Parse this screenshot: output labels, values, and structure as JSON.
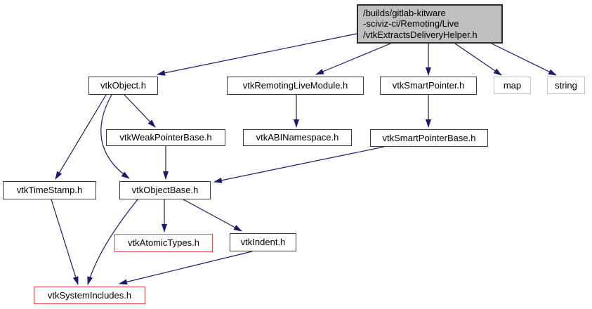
{
  "graph": {
    "title": "Include dependency graph for vtkExtractsDeliveryHelper.h",
    "colors": {
      "edge": "#191970",
      "current_node_fill": "#bfbfbf",
      "linked_node_border": "#3a3a3a",
      "unresolved_node_border": "#e84c4c",
      "stdlib_node_border": "#c4c4c4",
      "background": "#ffffff"
    },
    "nodes": [
      {
        "id": "main",
        "type": "current",
        "label": "/builds/gitlab-kitware -sciviz-ci/Remoting/Live /vtkExtractsDeliveryHelper.h",
        "lines": [
          "/builds/gitlab-kitware",
          "-sciviz-ci/Remoting/Live",
          "/vtkExtractsDeliveryHelper.h"
        ]
      },
      {
        "id": "vtkObject",
        "type": "linked",
        "label": "vtkObject.h"
      },
      {
        "id": "vtkRemotingLiveModule",
        "type": "linked",
        "label": "vtkRemotingLiveModule.h"
      },
      {
        "id": "vtkSmartPointer",
        "type": "linked",
        "label": "vtkSmartPointer.h"
      },
      {
        "id": "map",
        "type": "stdlib",
        "label": "map"
      },
      {
        "id": "string",
        "type": "stdlib",
        "label": "string"
      },
      {
        "id": "vtkWeakPointerBase",
        "type": "linked",
        "label": "vtkWeakPointerBase.h"
      },
      {
        "id": "vtkABINamespace",
        "type": "linked",
        "label": "vtkABINamespace.h"
      },
      {
        "id": "vtkSmartPointerBase",
        "type": "linked",
        "label": "vtkSmartPointerBase.h"
      },
      {
        "id": "vtkTimeStamp",
        "type": "linked",
        "label": "vtkTimeStamp.h"
      },
      {
        "id": "vtkObjectBase",
        "type": "linked",
        "label": "vtkObjectBase.h"
      },
      {
        "id": "vtkAtomicTypes",
        "type": "unresolved",
        "label": "vtkAtomicTypes.h"
      },
      {
        "id": "vtkIndent",
        "type": "linked",
        "label": "vtkIndent.h"
      },
      {
        "id": "vtkSystemIncludes",
        "type": "unresolved",
        "label": "vtkSystemIncludes.h"
      }
    ],
    "edges": [
      {
        "from": "main",
        "to": "vtkObject"
      },
      {
        "from": "main",
        "to": "vtkRemotingLiveModule"
      },
      {
        "from": "main",
        "to": "vtkSmartPointer"
      },
      {
        "from": "main",
        "to": "map"
      },
      {
        "from": "main",
        "to": "string"
      },
      {
        "from": "vtkObject",
        "to": "vtkWeakPointerBase"
      },
      {
        "from": "vtkObject",
        "to": "vtkTimeStamp"
      },
      {
        "from": "vtkObject",
        "to": "vtkObjectBase"
      },
      {
        "from": "vtkRemotingLiveModule",
        "to": "vtkABINamespace"
      },
      {
        "from": "vtkSmartPointer",
        "to": "vtkSmartPointerBase"
      },
      {
        "from": "vtkWeakPointerBase",
        "to": "vtkObjectBase"
      },
      {
        "from": "vtkSmartPointerBase",
        "to": "vtkObjectBase"
      },
      {
        "from": "vtkTimeStamp",
        "to": "vtkSystemIncludes"
      },
      {
        "from": "vtkObjectBase",
        "to": "vtkSystemIncludes"
      },
      {
        "from": "vtkObjectBase",
        "to": "vtkAtomicTypes"
      },
      {
        "from": "vtkObjectBase",
        "to": "vtkIndent"
      },
      {
        "from": "vtkIndent",
        "to": "vtkSystemIncludes"
      }
    ]
  }
}
